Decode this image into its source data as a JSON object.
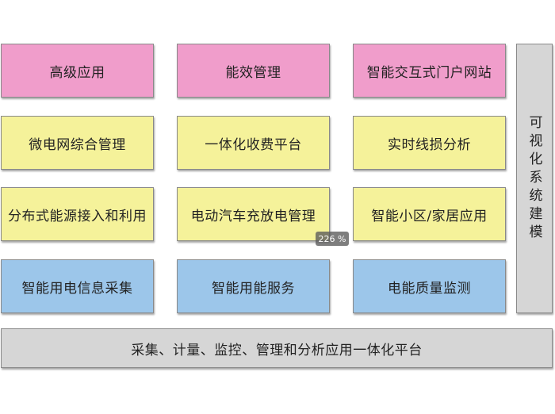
{
  "diagram": {
    "rows": [
      {
        "color": "#f09dcb",
        "cells": [
          "高级应用",
          "能效管理",
          "智能交互式门户网站"
        ]
      },
      {
        "color": "#f5f29a",
        "cells": [
          "微电网综合管理",
          "一体化收费平台",
          "实时线损分析"
        ]
      },
      {
        "color": "#f5f29a",
        "cells": [
          "分布式能源接入和利用",
          "电动汽车充放电管理",
          "智能小区/家居应用"
        ]
      },
      {
        "color": "#9cc6ea",
        "cells": [
          "智能用电信息采集",
          "智能用能服务",
          "电能质量监测"
        ]
      }
    ],
    "side_label": "可视化系统建模",
    "bottom_label": "采集、计量、监控、管理和分析应用一体化平台",
    "side_color": "#d6d6d6"
  },
  "viewer": {
    "zoom_label": "226 %"
  }
}
